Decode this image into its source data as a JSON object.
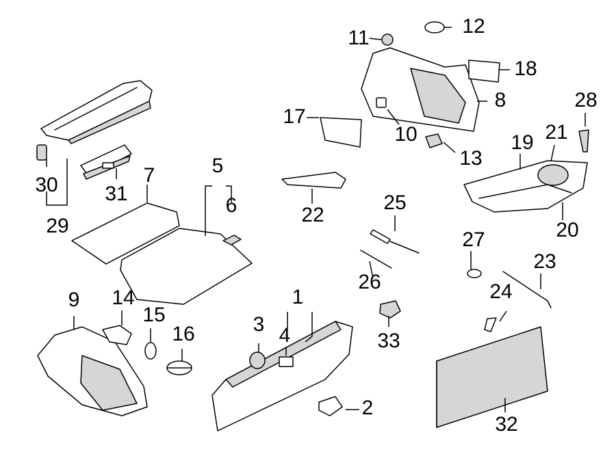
{
  "callouts": {
    "c1": "1",
    "c2": "2",
    "c3": "3",
    "c4": "4",
    "c5": "5",
    "c6": "6",
    "c7": "7",
    "c8": "8",
    "c9": "9",
    "c10": "10",
    "c11": "11",
    "c12": "12",
    "c13": "13",
    "c14": "14",
    "c15": "15",
    "c16": "16",
    "c17": "17",
    "c18": "18",
    "c19": "19",
    "c20": "20",
    "c21": "21",
    "c22": "22",
    "c23": "23",
    "c24": "24",
    "c25": "25",
    "c26": "26",
    "c27": "27",
    "c28": "28",
    "c29": "29",
    "c30": "30",
    "c31": "31",
    "c32": "32",
    "c33": "33"
  },
  "colors": {
    "line": "#000000",
    "part_fill": "#ffffff",
    "part_shade": "#d6d6d6",
    "background": "#ffffff"
  }
}
